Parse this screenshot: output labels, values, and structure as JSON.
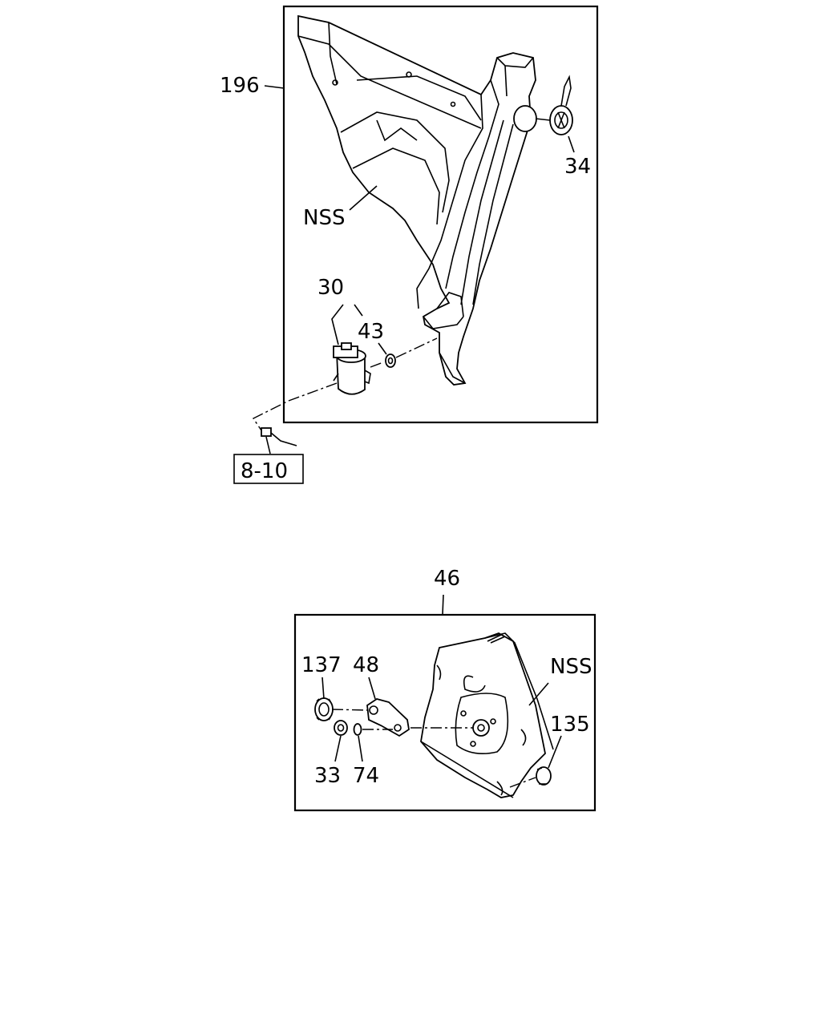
{
  "upper_assembly": {
    "labels": {
      "frame": "196",
      "body_nss": "NSS",
      "cap": "34",
      "motor": "30",
      "washer": "43",
      "ref_box": "8-10"
    }
  },
  "lower_assembly": {
    "labels": {
      "frame": "46",
      "bracket_nss": "NSS",
      "nut_137": "137",
      "arm": "48",
      "nut_33": "33",
      "washer_74": "74",
      "grommet": "135"
    }
  }
}
